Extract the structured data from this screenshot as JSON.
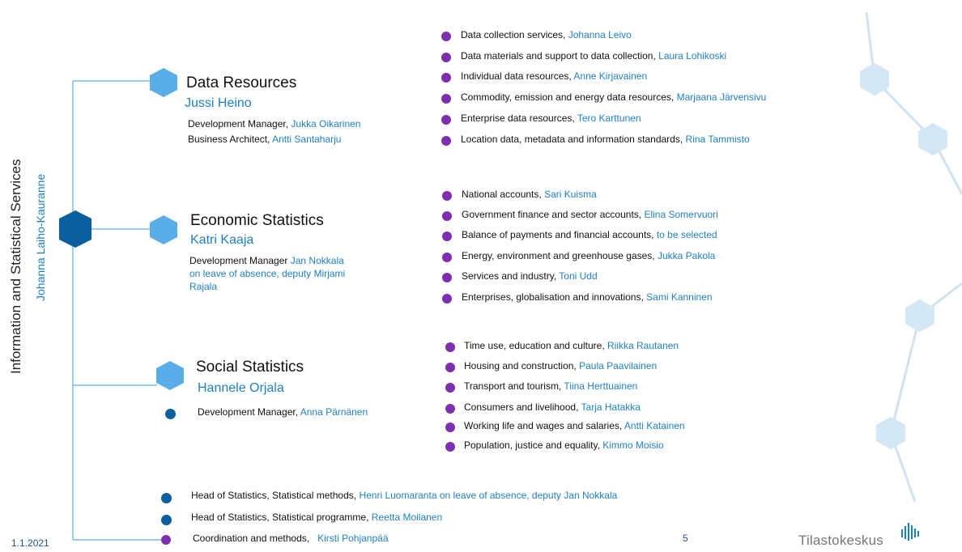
{
  "division": {
    "title": "Information and Statistical Services",
    "head": "Johanna Laiho-Kauranne"
  },
  "sections": [
    {
      "title": "Data Resources",
      "head": "Jussi Heino",
      "roles": [
        {
          "role": "Development Manager,",
          "name": "Jukka Oikarinen"
        },
        {
          "role": "Business Architect,",
          "name": "Antti Santaharju"
        }
      ],
      "items": [
        {
          "text": "Data collection services,",
          "name": "Johanna Leivo"
        },
        {
          "text": "Data materials and support to data collection,",
          "name": "Laura Lohikoski"
        },
        {
          "text": "Individual data resources,",
          "name": "Anne Kirjavainen"
        },
        {
          "text": "Commodity, emission and energy data resources,",
          "name": "Marjaana Järvensivu"
        },
        {
          "text": "Enterprise data resources,",
          "name": "Tero Karttunen"
        },
        {
          "text": "Location data, metadata and information standards,",
          "name": "Rina Tammisto"
        }
      ]
    },
    {
      "title": "Economic Statistics",
      "head": "Katri Kaaja",
      "roles": [
        {
          "role": "Development Manager",
          "name": "Jan Nokkala"
        },
        {
          "role": "",
          "name": "on leave of absence, deputy Mirjami"
        },
        {
          "role": "",
          "name": "Rajala"
        }
      ],
      "items": [
        {
          "text": "National accounts,",
          "name": "Sari Kuisma"
        },
        {
          "text": "Government finance and sector accounts,",
          "name": "Elina Somervuori"
        },
        {
          "text": "Balance of payments and financial accounts,",
          "name": "to be selected"
        },
        {
          "text": "Energy, environment and greenhouse gases,",
          "name": "Jukka Pakola"
        },
        {
          "text": "Services and industry,",
          "name": "Toni Udd"
        },
        {
          "text": "Enterprises, globalisation and innovations,",
          "name": "Sami Kanninen"
        }
      ]
    },
    {
      "title": "Social Statistics",
      "head": "Hannele Orjala",
      "roles": [
        {
          "role": "Development Manager,",
          "name": "Anna Pärnänen"
        }
      ],
      "items": [
        {
          "text": "Time use, education and culture,",
          "name": "Riikka Rautanen"
        },
        {
          "text": "Housing and construction,",
          "name": "Paula Paavilainen"
        },
        {
          "text": "Transport and tourism,",
          "name": "Tiina Herttuainen"
        },
        {
          "text": "Consumers and livelihood,",
          "name": "Tarja Hatakka"
        },
        {
          "text": "Working life and wages and salaries,",
          "name": "Antti Katainen"
        },
        {
          "text": "Population, justice and equality,",
          "name": "Kimmo Moisio"
        }
      ]
    }
  ],
  "bottom": [
    {
      "text": "Head of Statistics, Statistical methods,",
      "name": "Henri Luomaranta on leave of absence, deputy Jan Nokkala"
    },
    {
      "text": "Head of Statistics, Statistical programme,",
      "name": "Reetta Moilanen"
    },
    {
      "text": "Coordination and methods,",
      "name": "Kirsti Pohjanpää"
    }
  ],
  "footer": {
    "date": "1.1.2021",
    "page": "5",
    "logo": "Tilastokeskus"
  },
  "colors": {
    "blue_text": "#1f7fc4",
    "light_hex": "#5aaee8",
    "dark_hex": "#0b5f9e",
    "purple": "#7d2fb0",
    "deco": "#cfe3f1"
  }
}
